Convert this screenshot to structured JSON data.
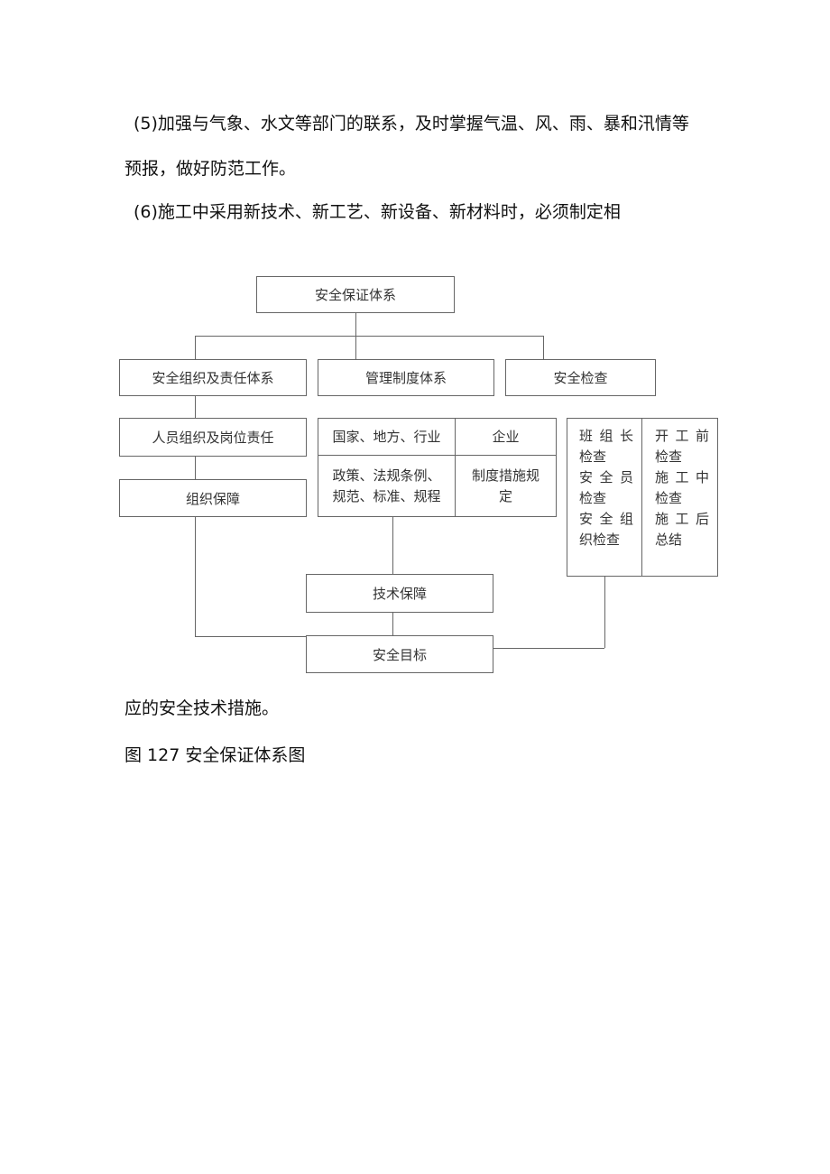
{
  "paragraphs": {
    "p5_line1": "(5)加强与气象、水文等部门的联系，及时掌握气温、风、雨、暴和汛情等",
    "p5_line2": "预报，做好防范工作。",
    "p6_line1": "(6)施工中采用新技术、新工艺、新设备、新材料时，必须制定相",
    "p6_line2": "应的安全技术措施。"
  },
  "caption": "图 127 安全保证体系图",
  "diagram": {
    "root": "安全保证体系",
    "branches": {
      "org": "安全组织及责任体系",
      "mgmt": "管理制度体系",
      "check": "安全检查"
    },
    "org_children": {
      "staff": "人员组织及岗位责任",
      "guarantee": "组织保障"
    },
    "mgmt_table": {
      "head_left": "国家、地方、行业",
      "head_right": "企业",
      "body_left": [
        "政策、法规条例、",
        "规范、标准、规程"
      ],
      "body_right": [
        "制度措施规",
        "定"
      ]
    },
    "check_table": {
      "left": [
        "班组长",
        "检查",
        "安全员",
        "检查",
        "安全组",
        "织检查"
      ],
      "right": [
        "开工前",
        "检查",
        "施工中",
        "检查",
        "施工后",
        "总结"
      ]
    },
    "tech": "技术保障",
    "goal": "安全目标"
  }
}
